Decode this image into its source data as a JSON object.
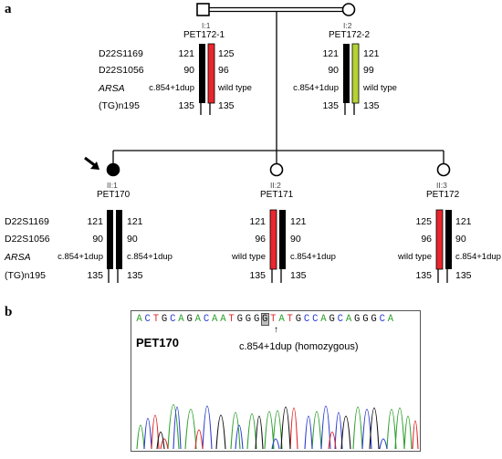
{
  "panel_a_label": "a",
  "panel_b_label": "b",
  "parents": {
    "father": {
      "gen_id": "I:1",
      "patient_id": "PET172-1",
      "left_values": [
        "121",
        "90",
        "c.854+1dup",
        "135"
      ],
      "right_values": [
        "125",
        "96",
        "wild type",
        "135"
      ]
    },
    "mother": {
      "gen_id": "I:2",
      "patient_id": "PET172-2",
      "left_values": [
        "121",
        "90",
        "c.854+1dup",
        "135"
      ],
      "right_values": [
        "121",
        "99",
        "wild type",
        "135"
      ]
    }
  },
  "children": [
    {
      "gen_id": "II:1",
      "patient_id": "PET170",
      "left_values": [
        "121",
        "90",
        "c.854+1dup",
        "135"
      ],
      "right_values": [
        "121",
        "90",
        "c.854+1dup",
        "135"
      ]
    },
    {
      "gen_id": "II:2",
      "patient_id": "PET171",
      "left_values": [
        "121",
        "96",
        "wild type",
        "135"
      ],
      "right_values": [
        "121",
        "90",
        "c.854+1dup",
        "135"
      ]
    },
    {
      "gen_id": "II:3",
      "patient_id": "PET172",
      "left_values": [
        "125",
        "96",
        "wild type",
        "135"
      ],
      "right_values": [
        "121",
        "90",
        "c.854+1dup",
        "135"
      ]
    }
  ],
  "marker_labels": {
    "top": [
      "D22S1169",
      "D22S1056",
      "ARSA",
      "(TG)n195"
    ],
    "bottom": [
      "D22S1169",
      "D22S1056",
      "ARSA",
      "(TG)n195"
    ]
  },
  "haplotype_colors": {
    "black": "#000000",
    "red": "#e8262d",
    "green": "#b4d334"
  },
  "chromatogram": {
    "sample": "PET170",
    "sequence": [
      "A",
      "C",
      "T",
      "G",
      "C",
      "A",
      "G",
      "A",
      "C",
      "A",
      "A",
      "T",
      "G",
      "G",
      "G",
      "G",
      "T",
      "A",
      "T",
      "G",
      "C",
      "C",
      "A",
      "G",
      "C",
      "A",
      "G",
      "G",
      "G",
      "C",
      "A"
    ],
    "highlight_index": 15,
    "annotation": "c.854+1dup (homozygous)"
  }
}
